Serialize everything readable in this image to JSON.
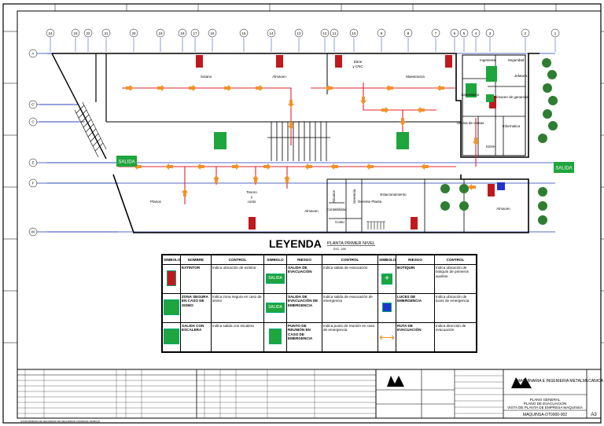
{
  "axes_top": [
    "24",
    "23",
    "22",
    "21",
    "20",
    "19",
    "18",
    "17",
    "16",
    "15",
    "14",
    "13",
    "12",
    "11",
    "10",
    "9",
    "8",
    "7",
    "6",
    "5",
    "4",
    "3",
    "2",
    "1"
  ],
  "axes_left": [
    "A",
    "C'",
    "C",
    "E",
    "F",
    "M"
  ],
  "rooms": {
    "sotano": "Sotano",
    "almacen1": "Almacen",
    "dane": "Dane",
    "dane2": "y CNC",
    "maestranza": "Maestranza",
    "ingenieria": "Ingenieria",
    "seguridad": "Seguridad",
    "jefatura": "Jefatura",
    "laboratorio": "Laboratorio",
    "oficina_ventas": "Oficina de ventas",
    "almacen_gm": "Almacen de ganancia",
    "informatica": "Informatica",
    "sshh": "SSHH",
    "planos": "Planos",
    "tesoro": "Tesoro",
    "tesoro2": "y",
    "tesoro3": "costo",
    "almacen2": "Almacen",
    "alcance": "Alcance",
    "gerencia": "Gerencia",
    "contabilidad": "Contabilidad",
    "costo": "Costo",
    "gerente_planta": "Gerente Planta",
    "estacionamiento": "Estacionamiento",
    "almacen3": "Almacen"
  },
  "salida_signs": [
    "SALIDA",
    "SALIDA"
  ],
  "legend": {
    "title": "LEYENDA",
    "plan_title": "PLANTA PRIMER NIVEL",
    "plan_scale": "ESC: 1/50",
    "headers": [
      "SIMBOLO",
      "NOMBRE",
      "CONTROL",
      "SIMBOLO",
      "RIESGO",
      "CONTROL",
      "SIMBOLO",
      "RIESGO",
      "CONTROL"
    ],
    "rows": [
      {
        "n1": "EXTINTOR",
        "c1": "Indica ubicación de extintor",
        "s2": "SALIDA",
        "n2": "SALIDA DE EVACUACIÓN",
        "c2": "Indica salida de evacuación",
        "n3": "BOTIQUIN",
        "c3": "Indica ubicación de botiquín de primeros auxilios"
      },
      {
        "n1": "ZONA SEGURA EN CASO DE SISMO",
        "c1": "Indica zona segura en caso de sismo",
        "s2": "SALIDA",
        "n2": "SALIDA DE EVACUACIÓN DE EMERGENCIA",
        "c2": "Indica salida de evacuación de emergencia",
        "n3": "LUCES DE EMERGENCIA",
        "c3": "Indica ubicación de luces de emergencia"
      },
      {
        "n1": "SALIDA CON ESCALERA",
        "c1": "Indica salida con escalera",
        "s2": "",
        "n2": "PUNTO DE REUNIÓN EN CASO DE EMERGENCIA",
        "c2": "Indica punto de reunión en caso de emergencia",
        "n3": "RUTA DE EVACUACIÓN",
        "c3": "Indica dirección de evacuación"
      }
    ]
  },
  "title_block": {
    "company": "MAQUINARIA E INGENIERIA METALMECANICA",
    "plan_line1": "PLANO GENERAL",
    "plan_line2": "PLANO DE EVACUACION",
    "plan_line3": "VISTA DE PLANTA DE EMPRESA MAQUINSA",
    "code": "MAQUINSA-DT0000-002",
    "sheet": "A3",
    "footer_note": "CONFORMIDAD DE SEGURIDAD DE SEGURIDAD COMPANIA TRABAJO"
  },
  "colors": {
    "evac_arrow": "#f2922b",
    "evac_route": "#e0242b",
    "exit_green": "#1ea53d",
    "axis_blue": "#1f3bb3",
    "extinguisher_red": "#c1181e",
    "tree_green": "#2e7d32"
  }
}
